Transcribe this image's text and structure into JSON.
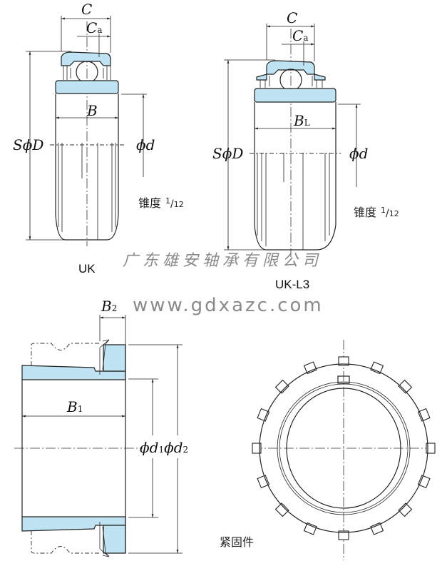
{
  "uk": {
    "name": "UK",
    "labels": {
      "C": "C",
      "Ca_main": "C",
      "Ca_sub": "a",
      "B": "B",
      "SphiD": "SϕD",
      "phid": "ϕd",
      "taper": "锥度",
      "taper_num": "1",
      "taper_den": "12"
    }
  },
  "uk_l3": {
    "name": "UK-L3",
    "labels": {
      "C": "C",
      "Ca_main": "C",
      "Ca_sub": "a",
      "BL_main": "B",
      "BL_sub": "L",
      "SphiD": "SϕD",
      "phid": "ϕd",
      "taper": "锥度",
      "taper_num": "1",
      "taper_den": "12"
    }
  },
  "watermark": {
    "company": "广东雄安轴承有限公司",
    "url": "www.gdxazc.com"
  },
  "fastener": {
    "name": "紧固件",
    "labels": {
      "B1_main": "B",
      "B1_sub": "1",
      "B2_main": "B",
      "B2_sub": "2",
      "phid1": "ϕd",
      "d1_sub": "1",
      "phid2": "ϕd",
      "d2_sub": "2"
    }
  },
  "colors": {
    "part_fill": "#bfe3f2",
    "line": "#222222",
    "watermark": "#8a8a8a"
  }
}
